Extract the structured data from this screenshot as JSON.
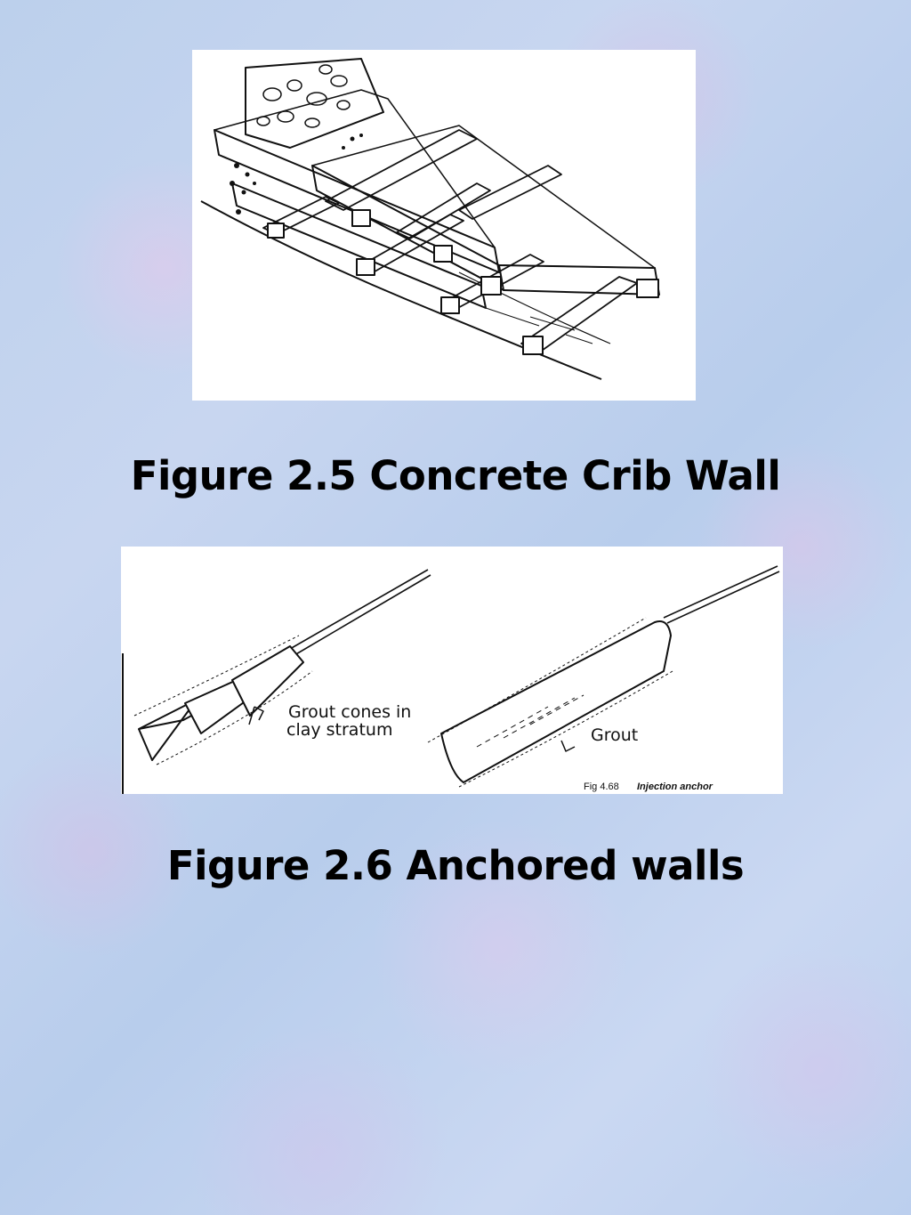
{
  "figures": [
    {
      "caption": "Figure 2.5 Concrete Crib Wall",
      "labels": []
    },
    {
      "caption": "Figure 2.6 Anchored walls",
      "labels": {
        "grout_cones": [
          "Grout cones in",
          "clay stratum"
        ],
        "grout": "Grout",
        "fig_number": "Fig 4.68",
        "fig_title": "Injection anchor"
      }
    }
  ]
}
